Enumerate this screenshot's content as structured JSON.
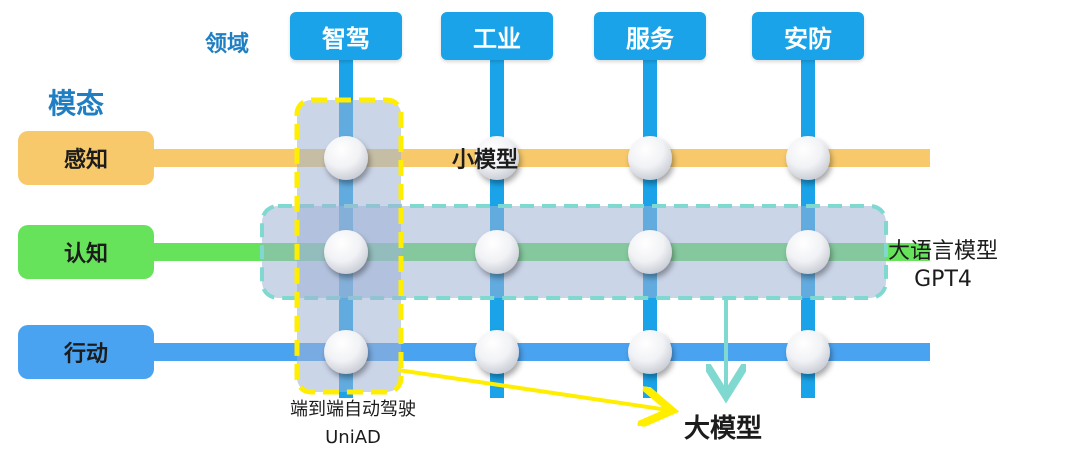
{
  "axis_labels": {
    "domain": "领域",
    "modality": "模态"
  },
  "domains": [
    {
      "label": "智驾",
      "color": "#1aa3e8"
    },
    {
      "label": "工业",
      "color": "#1aa3e8"
    },
    {
      "label": "服务",
      "color": "#1aa3e8"
    },
    {
      "label": "安防",
      "color": "#1aa3e8"
    }
  ],
  "modalities": [
    {
      "label": "感知",
      "color": "#f7c96b",
      "box_color": "#f7c96b"
    },
    {
      "label": "认知",
      "color": "#66e35a",
      "box_color": "#66e35a"
    },
    {
      "label": "行动",
      "color": "#4aa3f0",
      "box_color": "#4aa3f0"
    }
  ],
  "annotations": {
    "small_model": "小模型",
    "llm": "大语言模型",
    "llm_example": "GPT4",
    "end_to_end": "端到端自动驾驶",
    "end_to_end_example": "UniAD",
    "big_model": "大模型"
  },
  "colors": {
    "highlight_fill": "#9fb2d6",
    "end_to_end_border": "#ffee00",
    "llm_border": "#7fd9d0",
    "arrow_yellow": "#ffee00",
    "arrow_teal": "#7fd9d0"
  }
}
